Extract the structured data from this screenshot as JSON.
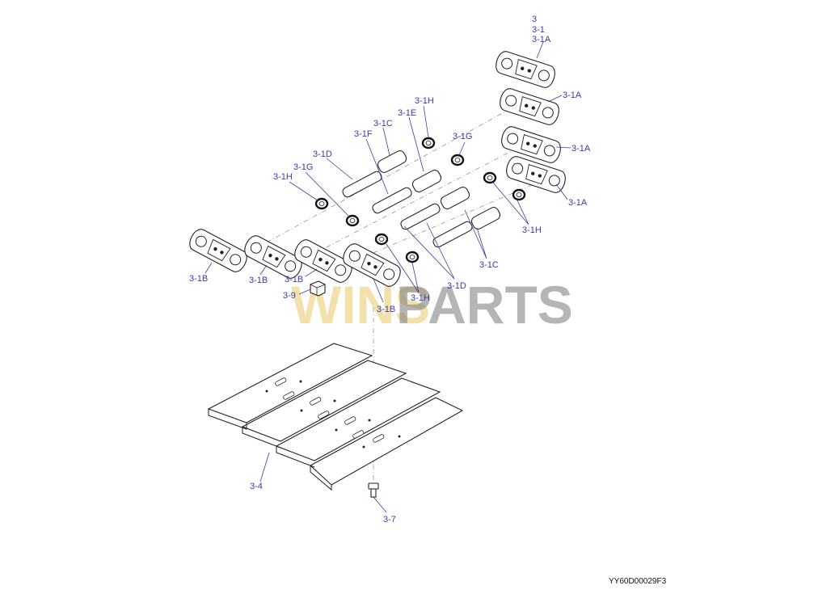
{
  "diagram": {
    "drawing_code": "YY60D00029F3",
    "watermark": {
      "part1": "WINS",
      "part2": "PARTS",
      "color1": "#e8c968",
      "color2": "#7a7a7a"
    },
    "accent_color": "#3a3aa8",
    "labels": {
      "assy": "3",
      "link_assy": "3-1",
      "link_a": "3-1A",
      "link_b": "3-1B",
      "bushing": "3-1C",
      "pin": "3-1D",
      "bushing_e": "3-1E",
      "pin_f": "3-1F",
      "spacer": "3-1G",
      "seal": "3-1H",
      "nut": "3-9",
      "shoe": "3-4",
      "bolt": "3-7"
    }
  }
}
